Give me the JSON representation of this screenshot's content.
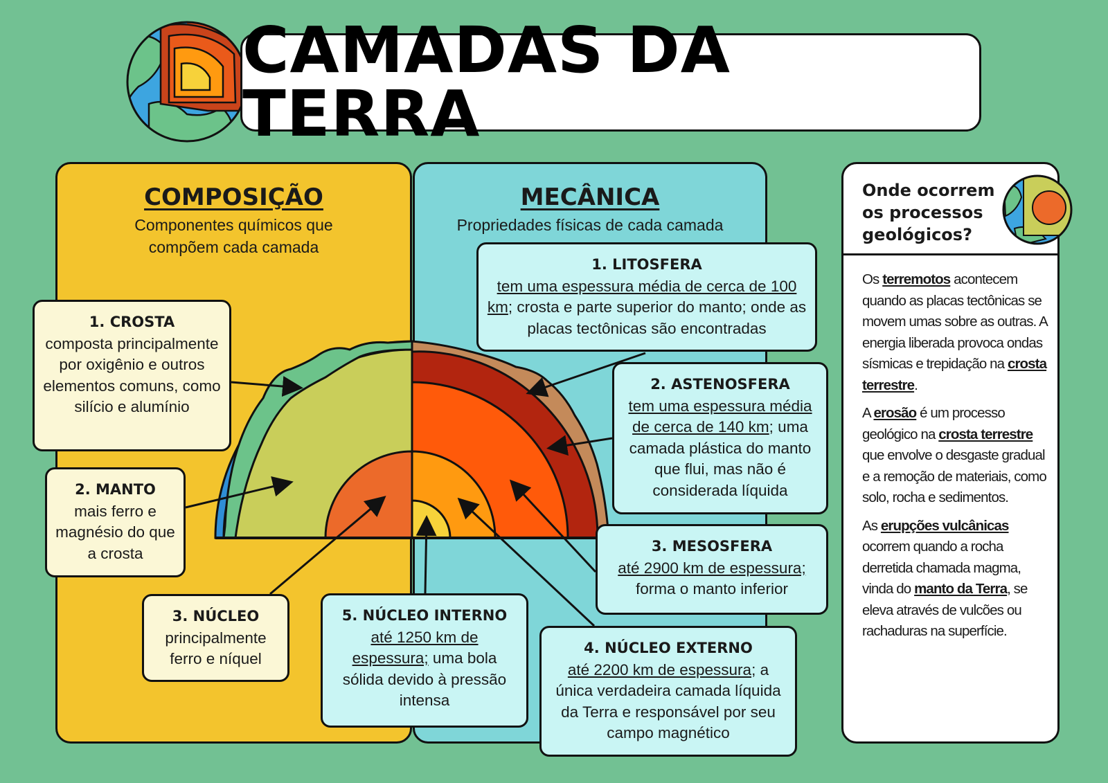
{
  "title": "CAMADAS DA TERRA",
  "composition": {
    "heading": "COMPOSIÇÃO",
    "subtitle_line1": "Componentes químicos que",
    "subtitle_line2": "compõem cada camada",
    "cards": {
      "crosta": {
        "title": "1. CROSTA",
        "text": "composta principalmente por oxigênio e outros elementos comuns, como silício e alumínio"
      },
      "manto": {
        "title": "2. MANTO",
        "text": "mais ferro e magnésio do que a crosta"
      },
      "nucleo": {
        "title": "3. NÚCLEO",
        "text": "principalmente ferro e níquel"
      }
    }
  },
  "mechanics": {
    "heading": "MECÂNICA",
    "subtitle": "Propriedades físicas de cada camada",
    "cards": {
      "litosfera": {
        "title": "1. LITOSFERA",
        "underlined": "tem uma espessura média de cerca de 100 km",
        "text": "; crosta e parte superior do manto; onde as placas tectônicas são encontradas"
      },
      "astenosfera": {
        "title": "2. ASTENOSFERA",
        "underlined": "tem uma espessura média de cerca de 140 km",
        "text": "; uma camada plástica do manto que flui, mas não é considerada líquida"
      },
      "mesosfera": {
        "title": "3. MESOSFERA",
        "underlined": "até 2900 km de espessura;",
        "text": " forma o manto inferior"
      },
      "nucleo_externo": {
        "title": "4. NÚCLEO EXTERNO",
        "underlined": "até 2200 km de espessura",
        "text": "; a única verdadeira camada líquida da Terra e responsável por seu campo magnético"
      },
      "nucleo_interno": {
        "title": "5. NÚCLEO INTERNO",
        "underlined": "até 1250 km de espessura;",
        "text": " uma bola sólida devido à pressão intensa"
      }
    }
  },
  "sidebar": {
    "heading": "Onde ocorrem os processos geológicos?",
    "p1": {
      "a": "Os ",
      "b": "terremotos",
      "c": " acontecem quando as placas tectônicas se movem umas sobre as outras. A energia liberada provoca ondas sísmicas e trepidação na ",
      "d": "crosta terrestre",
      "e": "."
    },
    "p2": {
      "a": "A ",
      "b": "erosão",
      "c": " é um processo geológico na ",
      "d": "crosta terrestre",
      "e": " que envolve o desgaste gradual e a remoção de materiais, como solo, rocha e sedimentos."
    },
    "p3": {
      "a": "As ",
      "b": "erupções vulcânicas",
      "c": " ocorrem quando a rocha derretida chamada magma, vinda do ",
      "d": "manto da Terra",
      "e": ", se eleva através de vulcões ou rachaduras na superfície."
    }
  },
  "colors": {
    "background": "#72c193",
    "composition_panel": "#f3c42d",
    "mechanics_panel": "#7fd6d8",
    "mantle": "#c9ce5a",
    "crust": "#6cc38a",
    "ocean_rim": "#2f8ed6",
    "lithosphere": "#c48a5a",
    "asthenosphere": "#b2250f",
    "mesosphere": "#ff5a0a",
    "outer_core": "#ff9a10",
    "inner_core": "#f7d23a",
    "core_composition": "#ec6a2a"
  },
  "icons": [
    "earth-layers-icon",
    "earth-layers-small-icon"
  ]
}
